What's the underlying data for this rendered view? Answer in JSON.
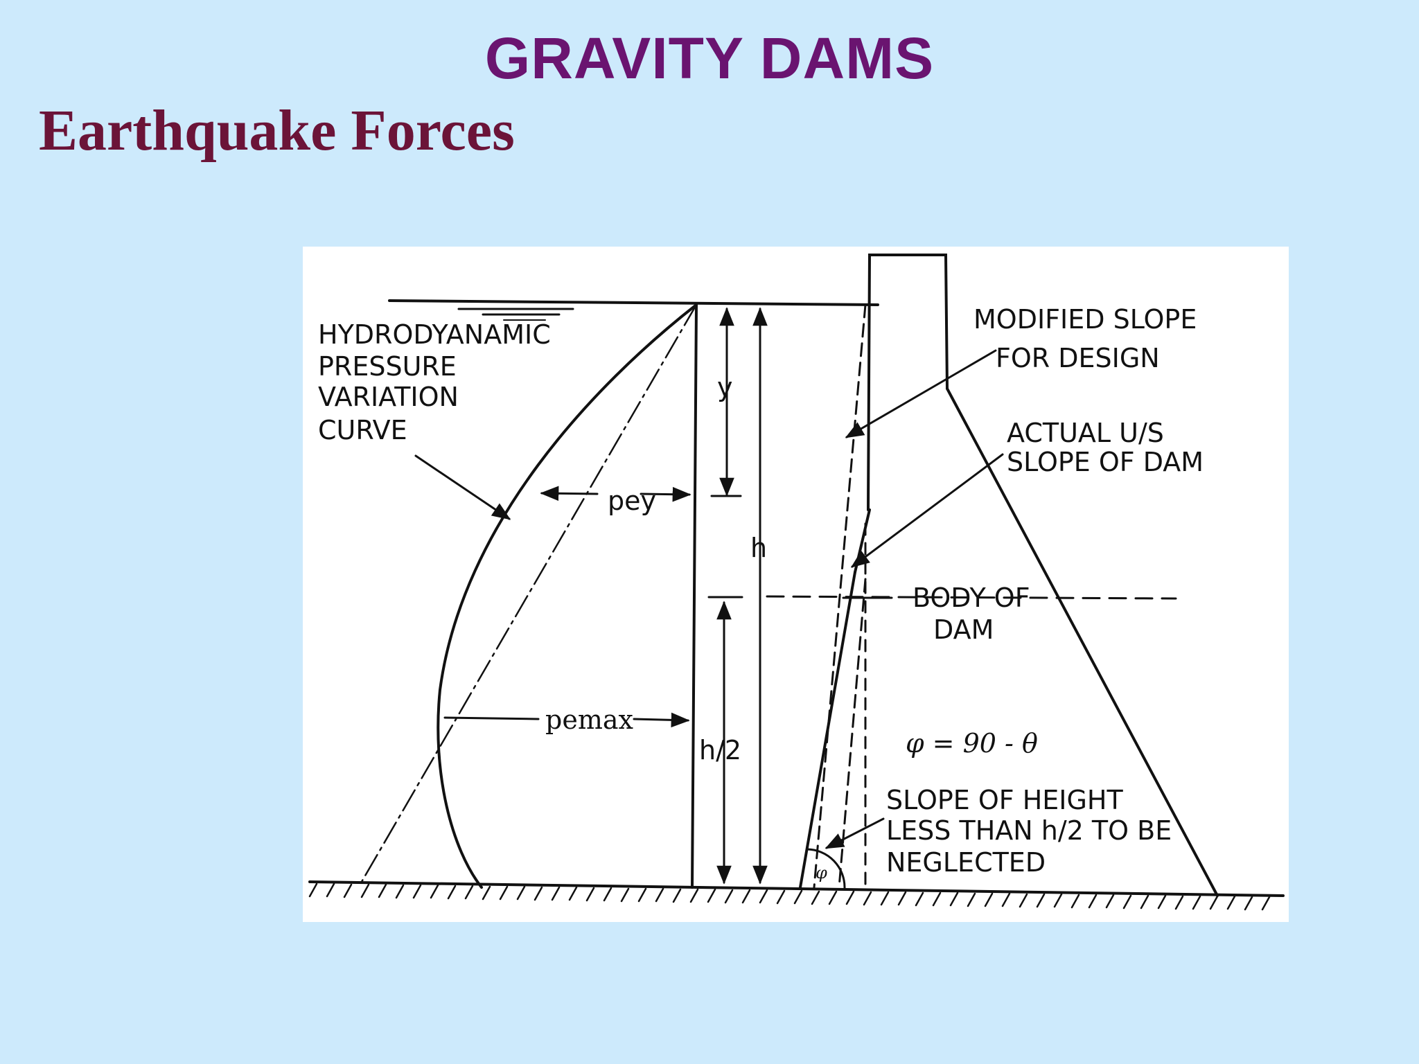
{
  "slide": {
    "title": "GRAVITY DAMS",
    "subtitle": "Earthquake Forces"
  },
  "diagram": {
    "labels": {
      "hydro_1": "HYDRODYANAMIC",
      "hydro_2": "PRESSURE",
      "hydro_3": "VARIATION",
      "hydro_4": "CURVE",
      "modified_1": "MODIFIED SLOPE",
      "modified_2": "FOR DESIGN",
      "actual_1": "ACTUAL U/S",
      "actual_2": "SLOPE OF DAM",
      "body_1": "BODY OF",
      "body_2": "DAM",
      "slope_1": "SLOPE OF HEIGHT",
      "slope_2": "LESS THAN h/2 TO BE",
      "slope_3": "NEGLECTED",
      "pey": "pey",
      "pemax": "pemax",
      "y": "y",
      "h": "h",
      "h_half": "h/2",
      "phi_equation": "φ = 90 - θ",
      "phi": "φ"
    }
  }
}
